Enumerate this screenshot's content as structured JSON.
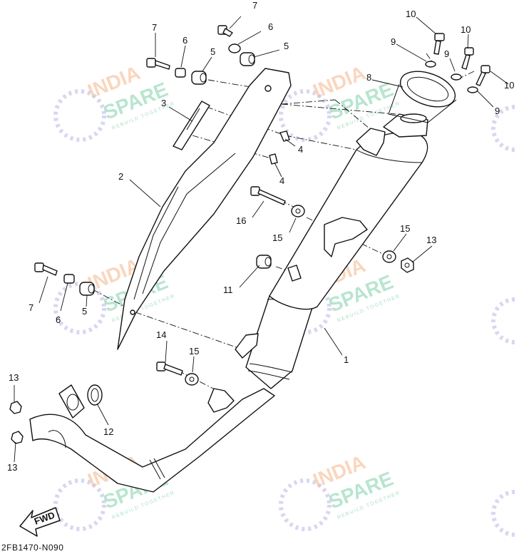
{
  "diagram_code": "2FB1470-N090",
  "direction_arrow": "FWD",
  "watermark": {
    "line1": "INDIA",
    "line2": "SPARE",
    "tagline": "REBUILD TOGETHER"
  },
  "callouts": {
    "c1": "1",
    "c2": "2",
    "c3": "3",
    "c4a": "4",
    "c4b": "4",
    "c5a": "5",
    "c5b": "5",
    "c5c": "5",
    "c6a": "6",
    "c6b": "6",
    "c6c": "6",
    "c7a": "7",
    "c7b": "7",
    "c7c": "7",
    "c8": "8",
    "c9a": "9",
    "c9b": "9",
    "c9c": "9",
    "c10a": "10",
    "c10b": "10",
    "c10c": "10",
    "c11": "11",
    "c12": "12",
    "c13a": "13",
    "c13b": "13",
    "c13c": "13",
    "c14": "14",
    "c15a": "15",
    "c15b": "15",
    "c15c": "15",
    "c16": "16"
  }
}
